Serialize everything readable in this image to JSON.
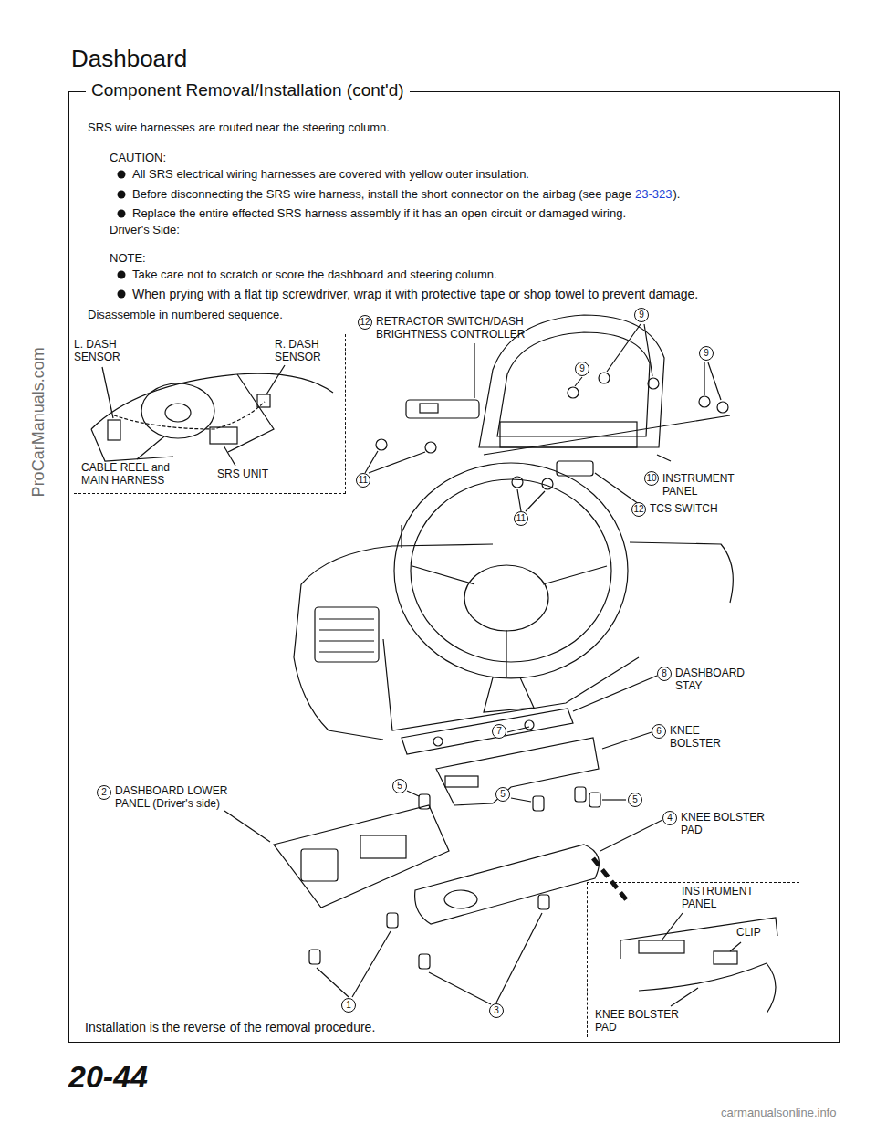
{
  "diagram": {
    "title": "Dashboard",
    "nodes": [
      {
        "text": [
          "Component Removal/Installation (cont'd)"
        ]
      },
      {
        "text": [
          "L. DASH SENSOR",
          "R. DASH SENSOR",
          "CABLE REEL and MAIN HARNESS",
          "SRS UNIT"
        ],
        "in": 0
      },
      {
        "text": [
          "INSTRUMENT PANEL",
          "CLIP",
          "KNEE BOLSTER PAD"
        ],
        "in": 0
      }
    ],
    "labels": [
      "SRS wire harnesses are routed near the steering column.",
      "CAUTION:",
      "All SRS electrical wiring harnesses are covered with yellow outer insulation.",
      "Before disconnecting the SRS wire harness, install the short connector on the airbag (see page",
      "23-323",
      ").",
      "Replace the entire effected SRS harness assembly if it has an open circuit or damaged wiring.",
      "Driver's Side:",
      "NOTE:",
      "Take care not to scratch or score the dashboard and steering column.",
      "When prying with a flat tip screwdriver, wrap it with protective tape or shop towel to prevent damage.",
      "Disassemble in numbered sequence.",
      "12",
      "RETRACTOR SWITCH/DASH BRIGHTNESS CONTROLLER",
      "9",
      "9",
      "9",
      "11",
      "11",
      "10",
      "INSTRUMENT PANEL",
      "12",
      "TCS SWITCH",
      "8",
      "DASHBOARD STAY",
      "7",
      "6",
      "KNEE BOLSTER",
      "5",
      "5",
      "5",
      "4",
      "KNEE BOLSTER PAD",
      "2",
      "DASHBOARD LOWER PANEL (Driver's side)",
      "1",
      "3",
      "Installation is the reverse of the removal procedure.",
      "20-44",
      "ProCarManuals.com",
      "carmanualsonline.info"
    ]
  }
}
